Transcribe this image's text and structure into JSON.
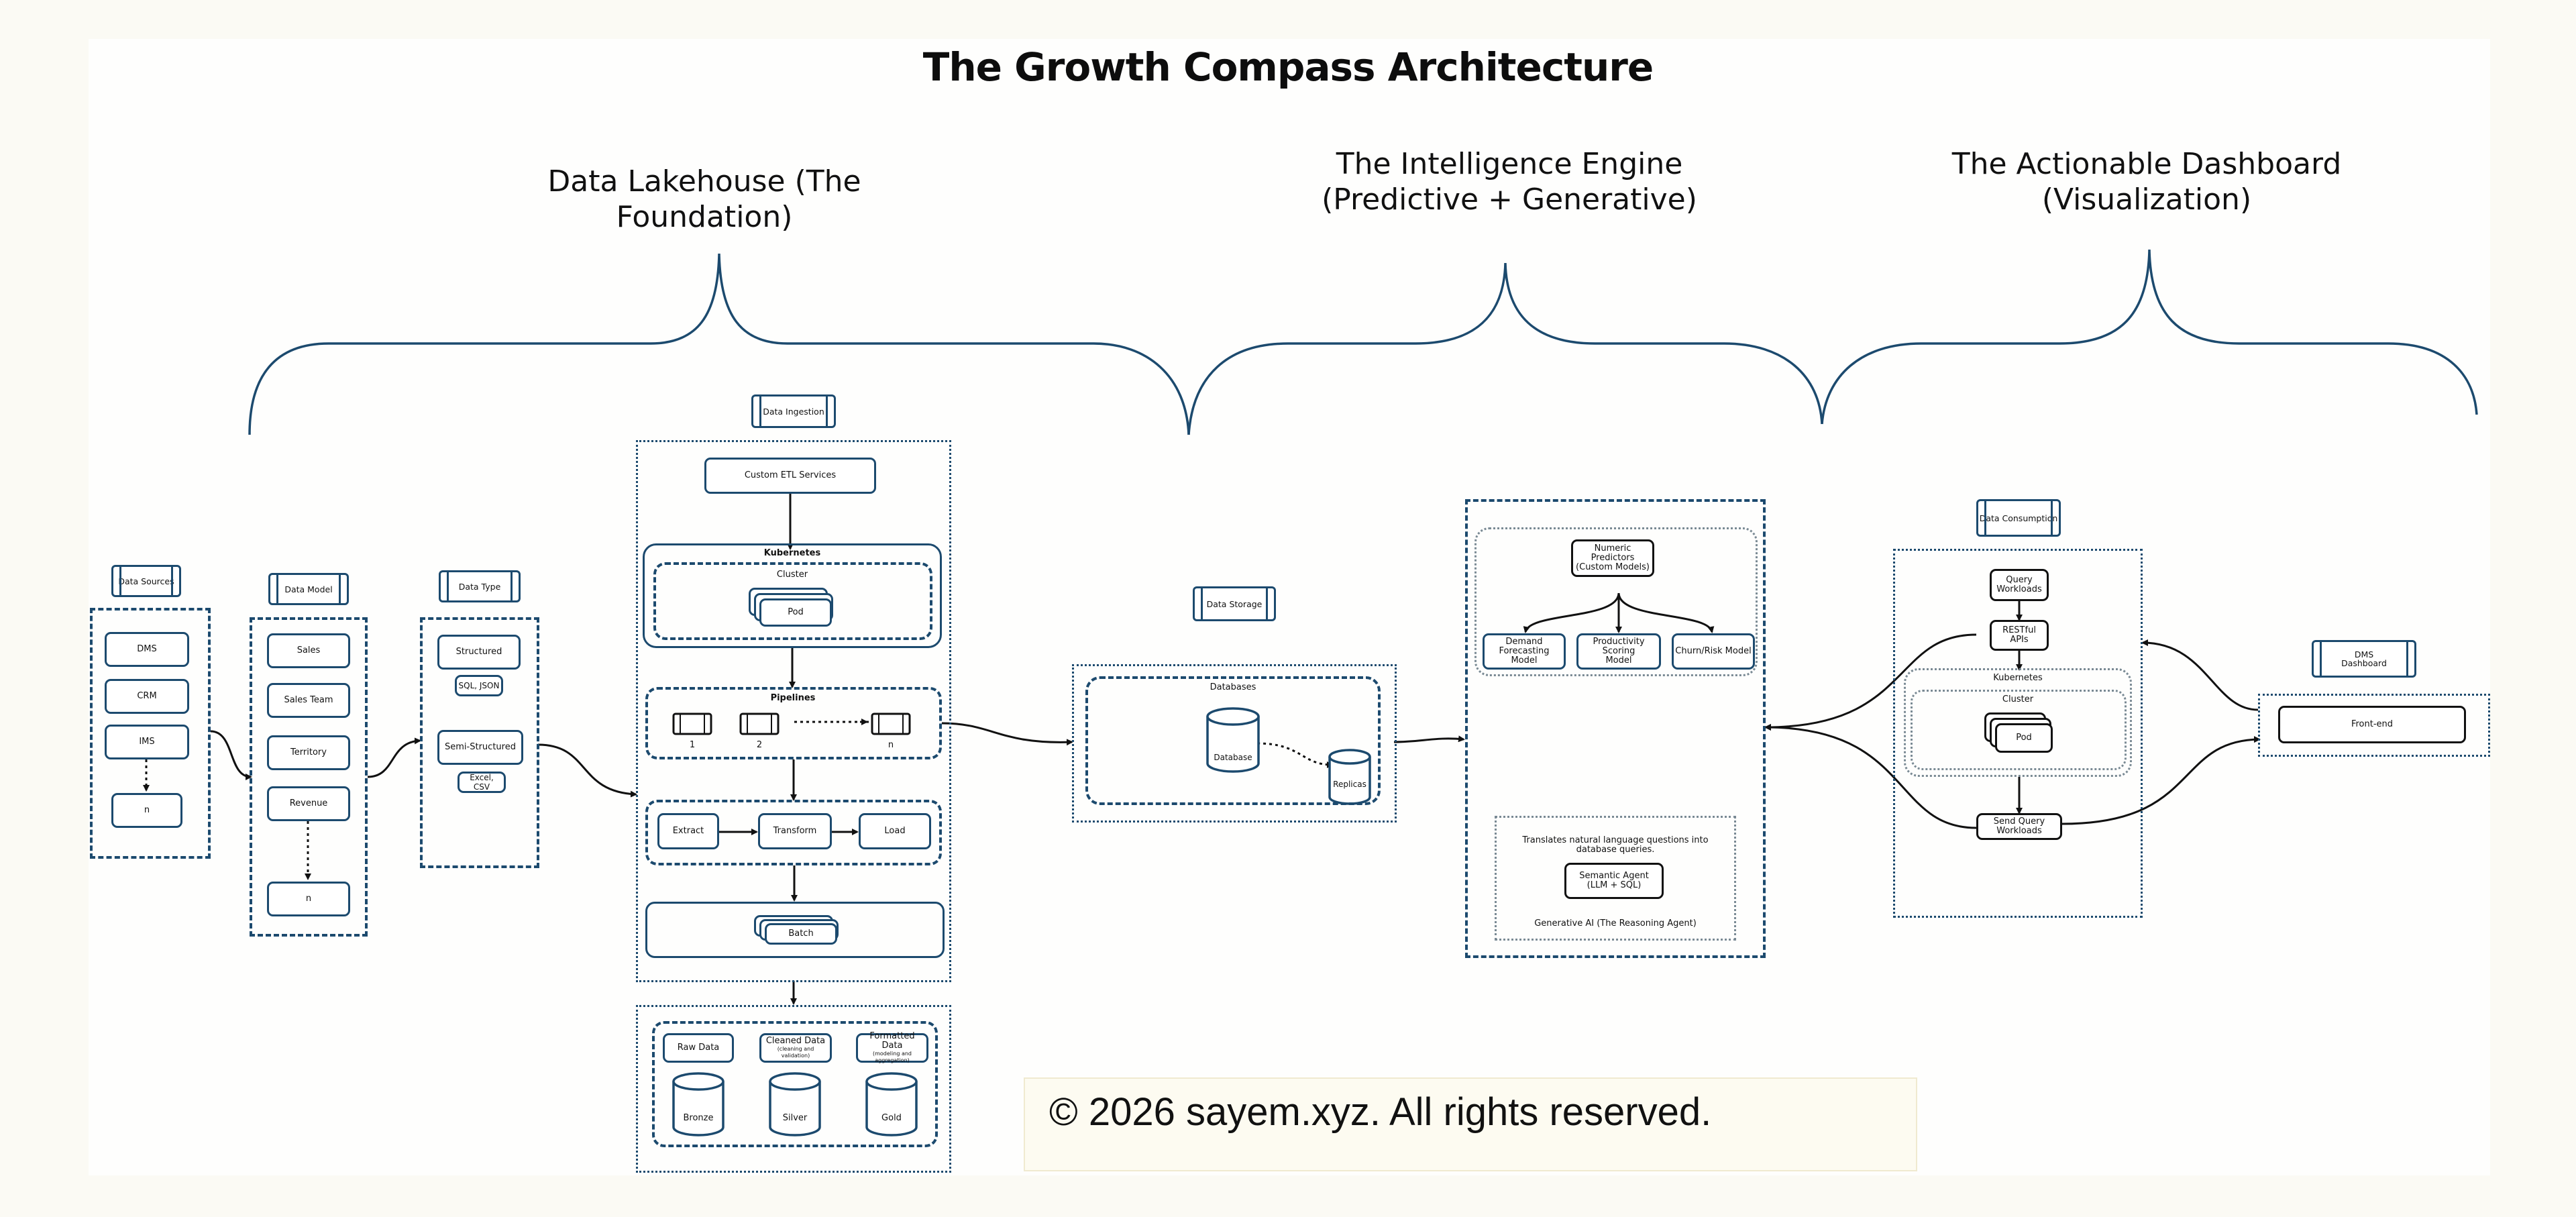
{
  "title": "The Growth Compass Architecture",
  "sections": {
    "lakehouse": "Data Lakehouse (The Foundation)",
    "engine_l1": "The Intelligence Engine",
    "engine_l2": "(Predictive + Generative)",
    "dashboard_l1": "The Actionable Dashboard",
    "dashboard_l2": "(Visualization)"
  },
  "data_sources": {
    "header": "Data Sources",
    "items": [
      "DMS",
      "CRM",
      "IMS",
      "n"
    ]
  },
  "data_model": {
    "header": "Data Model",
    "items": [
      "Sales",
      "Sales Team",
      "Territory",
      "Revenue",
      "n"
    ]
  },
  "data_type": {
    "header": "Data Type",
    "structured": "Structured",
    "structured_fmt": "SQL, JSON",
    "semi": "Semi-Structured",
    "semi_fmt": "Excel, CSV"
  },
  "ingestion": {
    "header": "Data Ingestion",
    "etl": "Custom ETL Services",
    "kubernetes": "Kubernetes",
    "cluster": "Cluster",
    "pod": "Pod",
    "pipelines": "Pipelines",
    "pipe_labels": [
      "1",
      "2",
      "n"
    ],
    "extract": "Extract",
    "transform": "Transform",
    "load": "Load",
    "batch": "Batch"
  },
  "medallion": {
    "raw": "Raw Data",
    "cleaned": "Cleaned Data",
    "cleaned_sub": "(cleaning and validation)",
    "formatted": "Formatted Data",
    "formatted_sub": "(modeling and aggregation)",
    "bronze": "Bronze",
    "silver": "Silver",
    "gold": "Gold"
  },
  "storage": {
    "header": "Data Storage",
    "databases": "Databases",
    "database": "Database",
    "replicas": "Replicas"
  },
  "intelligence": {
    "numeric_l1": "Numeric Predictors",
    "numeric_l2": "(Custom Models)",
    "demand_l1": "Demand Forecasting",
    "demand_l2": "Model",
    "productivity_l1": "Productivity Scoring",
    "productivity_l2": "Model",
    "churn": "Churn/Risk Model",
    "translate_l1": "Translates natural language questions into",
    "translate_l2": "database queries.",
    "agent_l1": "Semantic Agent",
    "agent_l2": "(LLM + SQL)",
    "genai": "Generative AI (The Reasoning Agent)"
  },
  "consumption": {
    "header": "Data Consumption",
    "query_l1": "Query",
    "query_l2": "Workloads",
    "restful": "RESTful APIs",
    "kubernetes": "Kubernetes",
    "cluster": "Cluster",
    "pod": "Pod",
    "send": "Send Query Workloads"
  },
  "dashboard": {
    "header_l1": "DMS",
    "header_l2": "Dashboard",
    "frontend": "Front-end"
  },
  "copyright": "© 2026 sayem.xyz. All rights reserved.",
  "colors": {
    "primary": "#1c4a6e",
    "background": "#fbfaf4",
    "text": "#111111"
  }
}
